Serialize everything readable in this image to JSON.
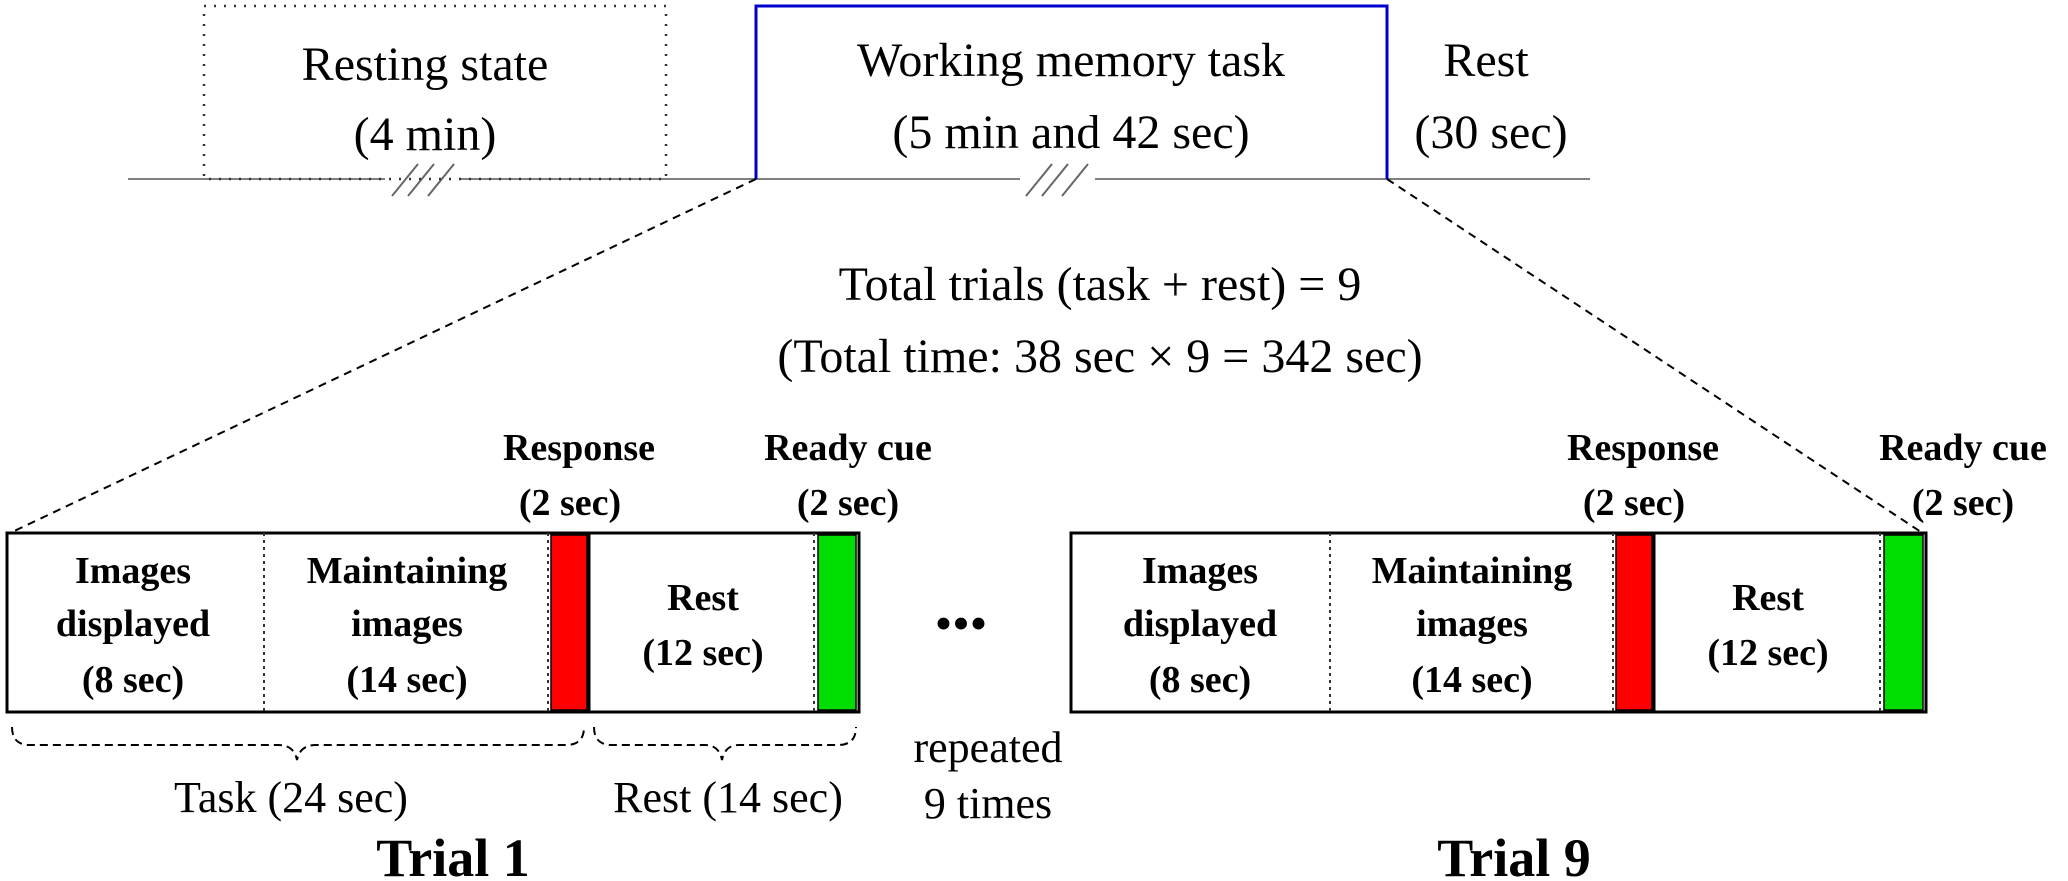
{
  "timeline": {
    "resting": {
      "line1": "Resting state",
      "line2": "(4 min)"
    },
    "working": {
      "line1": "Working memory task",
      "line2": "(5 min and 42 sec)"
    },
    "rest": {
      "line1": "Rest",
      "line2": "(30 sec)"
    },
    "break_symbol": "//"
  },
  "summary": {
    "line1": "Total trials (task + rest) = 9",
    "line2": "(Total time: 38 sec × 9 = 342 sec)"
  },
  "trial1": {
    "title": "Trial 1",
    "images": [
      "Images",
      "displayed",
      "(8 sec)"
    ],
    "maintaining": [
      "Maintaining",
      "images",
      "(14 sec)"
    ],
    "rest": [
      "Rest",
      "(12 sec)"
    ],
    "response": [
      "Response",
      "(2 sec)"
    ],
    "ready": [
      "Ready cue",
      "(2 sec)"
    ],
    "task_brace": "Task (24 sec)",
    "rest_brace": "Rest (14 sec)"
  },
  "trial9": {
    "title": "Trial 9",
    "images": [
      "Images",
      "displayed",
      "(8 sec)"
    ],
    "maintaining": [
      "Maintaining",
      "images",
      "(14 sec)"
    ],
    "rest": [
      "Rest",
      "(12 sec)"
    ],
    "response": [
      "Response",
      "(2 sec)"
    ],
    "ready": [
      "Ready cue",
      "(2 sec)"
    ]
  },
  "middle": {
    "dots": "•••",
    "repeated": [
      "repeated",
      "9 times"
    ]
  },
  "colors": {
    "response": "#ff0000",
    "ready": "#00dd00",
    "task_box": "#0000cc"
  }
}
